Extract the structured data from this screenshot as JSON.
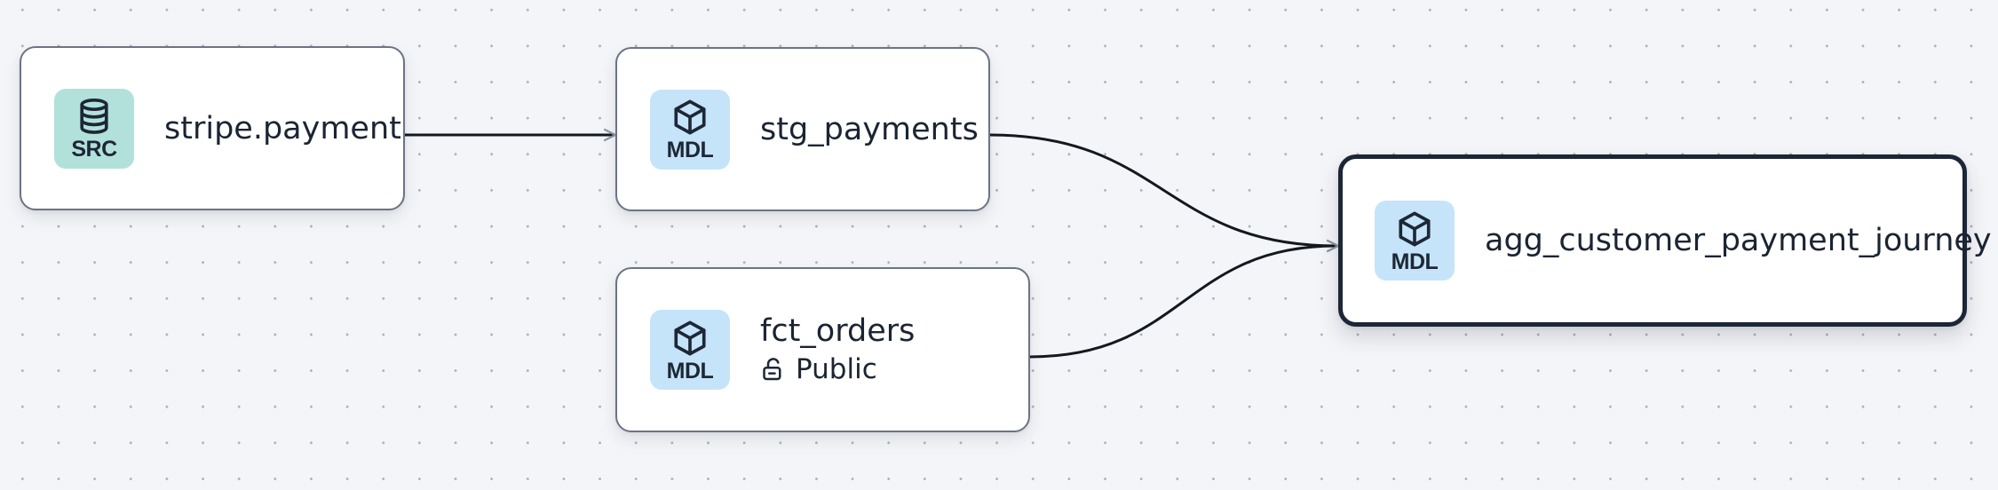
{
  "view": {
    "name": "data-lineage-graph"
  },
  "colors": {
    "background": "#f4f5f8",
    "grid_dot": "#6e7786",
    "node_background": "#ffffff",
    "node_border": "#6b7484",
    "selected_node_border": "#1c2637",
    "edge": "#14181f",
    "arrowhead": "#8f97a3",
    "text": "#1b2433",
    "src_badge_background": "#b2e1dc",
    "mdl_badge_background": "#c5e4f9"
  },
  "nodes": [
    {
      "id": "stripe.payment",
      "label": "stripe.payment",
      "badge": "SRC",
      "type": "source",
      "icon": "database-icon",
      "selected": false
    },
    {
      "id": "stg_payments",
      "label": "stg_payments",
      "badge": "MDL",
      "type": "model",
      "icon": "cube-icon",
      "selected": false
    },
    {
      "id": "fct_orders",
      "label": "fct_orders",
      "badge": "MDL",
      "type": "model",
      "icon": "cube-icon",
      "access": "Public",
      "access_icon": "unlock-icon",
      "selected": false
    },
    {
      "id": "agg_customer_payment_journey",
      "label": "agg_customer_payment_journey",
      "badge": "MDL",
      "type": "model",
      "icon": "cube-icon",
      "selected": true
    }
  ],
  "edges": [
    {
      "from": "stripe.payment",
      "to": "stg_payments"
    },
    {
      "from": "stg_payments",
      "to": "agg_customer_payment_journey"
    },
    {
      "from": "fct_orders",
      "to": "agg_customer_payment_journey"
    }
  ]
}
